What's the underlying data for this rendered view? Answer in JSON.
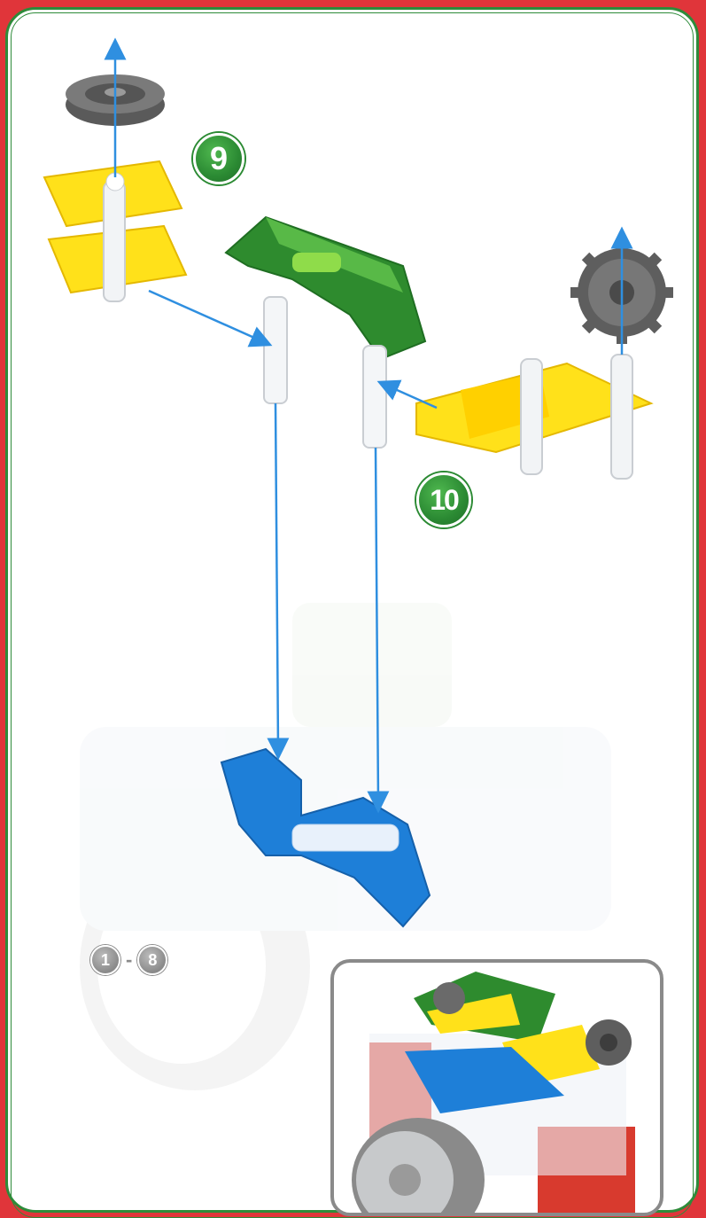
{
  "steps": {
    "step_9": "9",
    "step_10": "10"
  },
  "previous_range": {
    "from": "1",
    "separator": "-",
    "to": "8"
  },
  "colors": {
    "background": "#e0353a",
    "frame_border": "#2e8b3a",
    "badge_green": "#2b8a33",
    "arrow_blue": "#2f8fe0",
    "part_yellow": "#ffe11a",
    "part_green": "#2e8b2e",
    "part_blue": "#1e7fd8",
    "part_gray": "#6a6a6a",
    "part_red": "#d83a2e"
  },
  "icons": {
    "wheel_hub": "gray-hub-icon",
    "gear": "gray-gear-icon",
    "connector_yellow": "yellow-connector-icon",
    "connector_green": "green-connector-icon",
    "connector_blue": "blue-connector-icon",
    "arrow": "blue-arrow-icon"
  }
}
